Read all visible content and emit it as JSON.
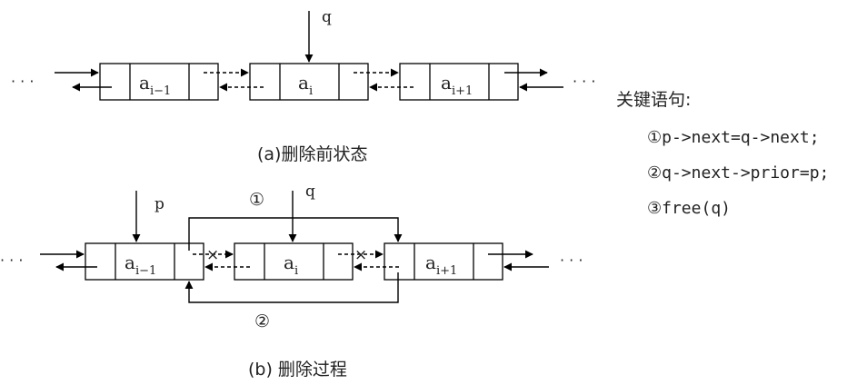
{
  "diagram_a": {
    "caption": "(a)删除前状态",
    "pointer": "q",
    "nodes": [
      {
        "base": "a",
        "sub": "i−1"
      },
      {
        "base": "a",
        "sub": "i"
      },
      {
        "base": "a",
        "sub": "i+1"
      }
    ]
  },
  "diagram_b": {
    "caption": "(b) 删除过程",
    "pointer_p": "p",
    "pointer_q": "q",
    "step1": "①",
    "step2": "②",
    "cross": "×",
    "nodes": [
      {
        "base": "a",
        "sub": "i−1"
      },
      {
        "base": "a",
        "sub": "i"
      },
      {
        "base": "a",
        "sub": "i+1"
      }
    ]
  },
  "ellipsis": "· · ·",
  "key_statements": {
    "title": "关键语句:",
    "lines": [
      "①p->next=q->next;",
      "②q->next->prior=p;",
      "③free(q)"
    ]
  }
}
